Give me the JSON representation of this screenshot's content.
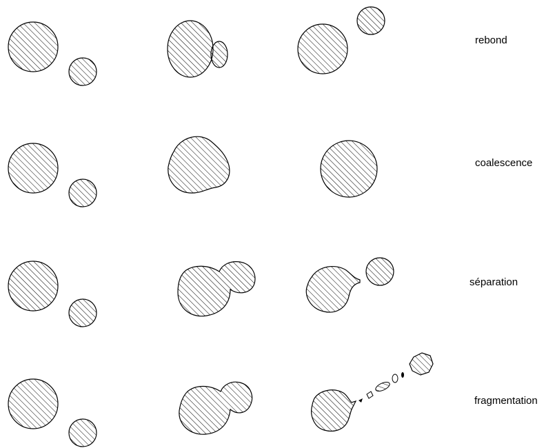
{
  "colors": {
    "ink": "#000000",
    "background": "#ffffff"
  },
  "fill_pattern": "diagonal-hatch",
  "rows": [
    {
      "key": "rebond",
      "label": "rebond"
    },
    {
      "key": "coalescence",
      "label": "coalescence"
    },
    {
      "key": "separation",
      "label": "séparation"
    },
    {
      "key": "fragmentation",
      "label": "fragmentation"
    }
  ]
}
